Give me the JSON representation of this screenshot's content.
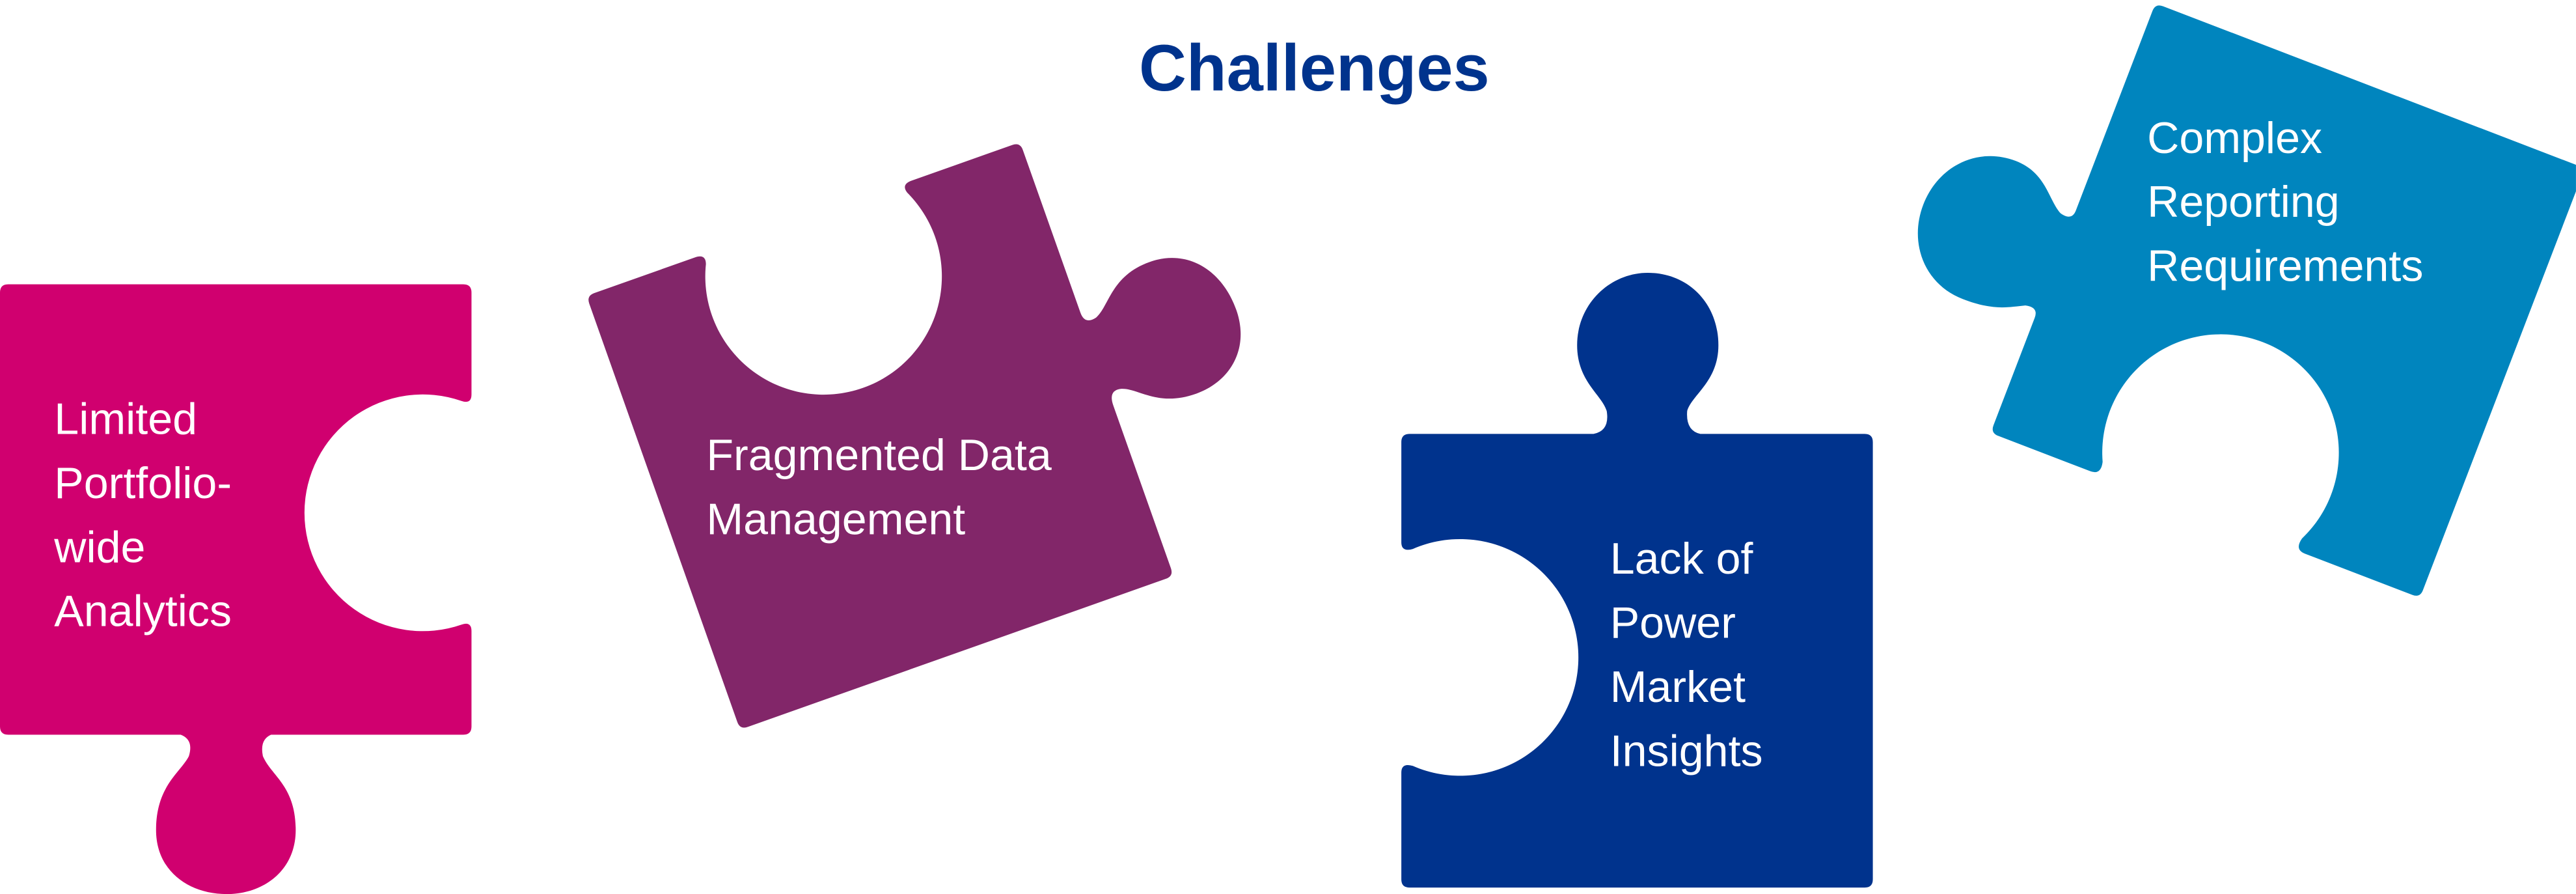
{
  "title": "Challenges",
  "colors": {
    "title": "#00338d",
    "piece_1": "#d0006f",
    "piece_2": "#822669",
    "piece_3": "#00338d",
    "piece_4": "#0085be"
  },
  "pieces": [
    {
      "icon": "puzzle-piece-icon",
      "lines": [
        "Limited",
        "Portfolio-",
        "wide",
        "Analytics"
      ]
    },
    {
      "icon": "puzzle-piece-icon",
      "lines": [
        "Fragmented Data",
        "Management"
      ]
    },
    {
      "icon": "puzzle-piece-icon",
      "lines": [
        "Lack of",
        "Power",
        "Market",
        "Insights"
      ]
    },
    {
      "icon": "puzzle-piece-icon",
      "lines": [
        "Complex",
        "Reporting",
        "Requirements"
      ]
    }
  ]
}
